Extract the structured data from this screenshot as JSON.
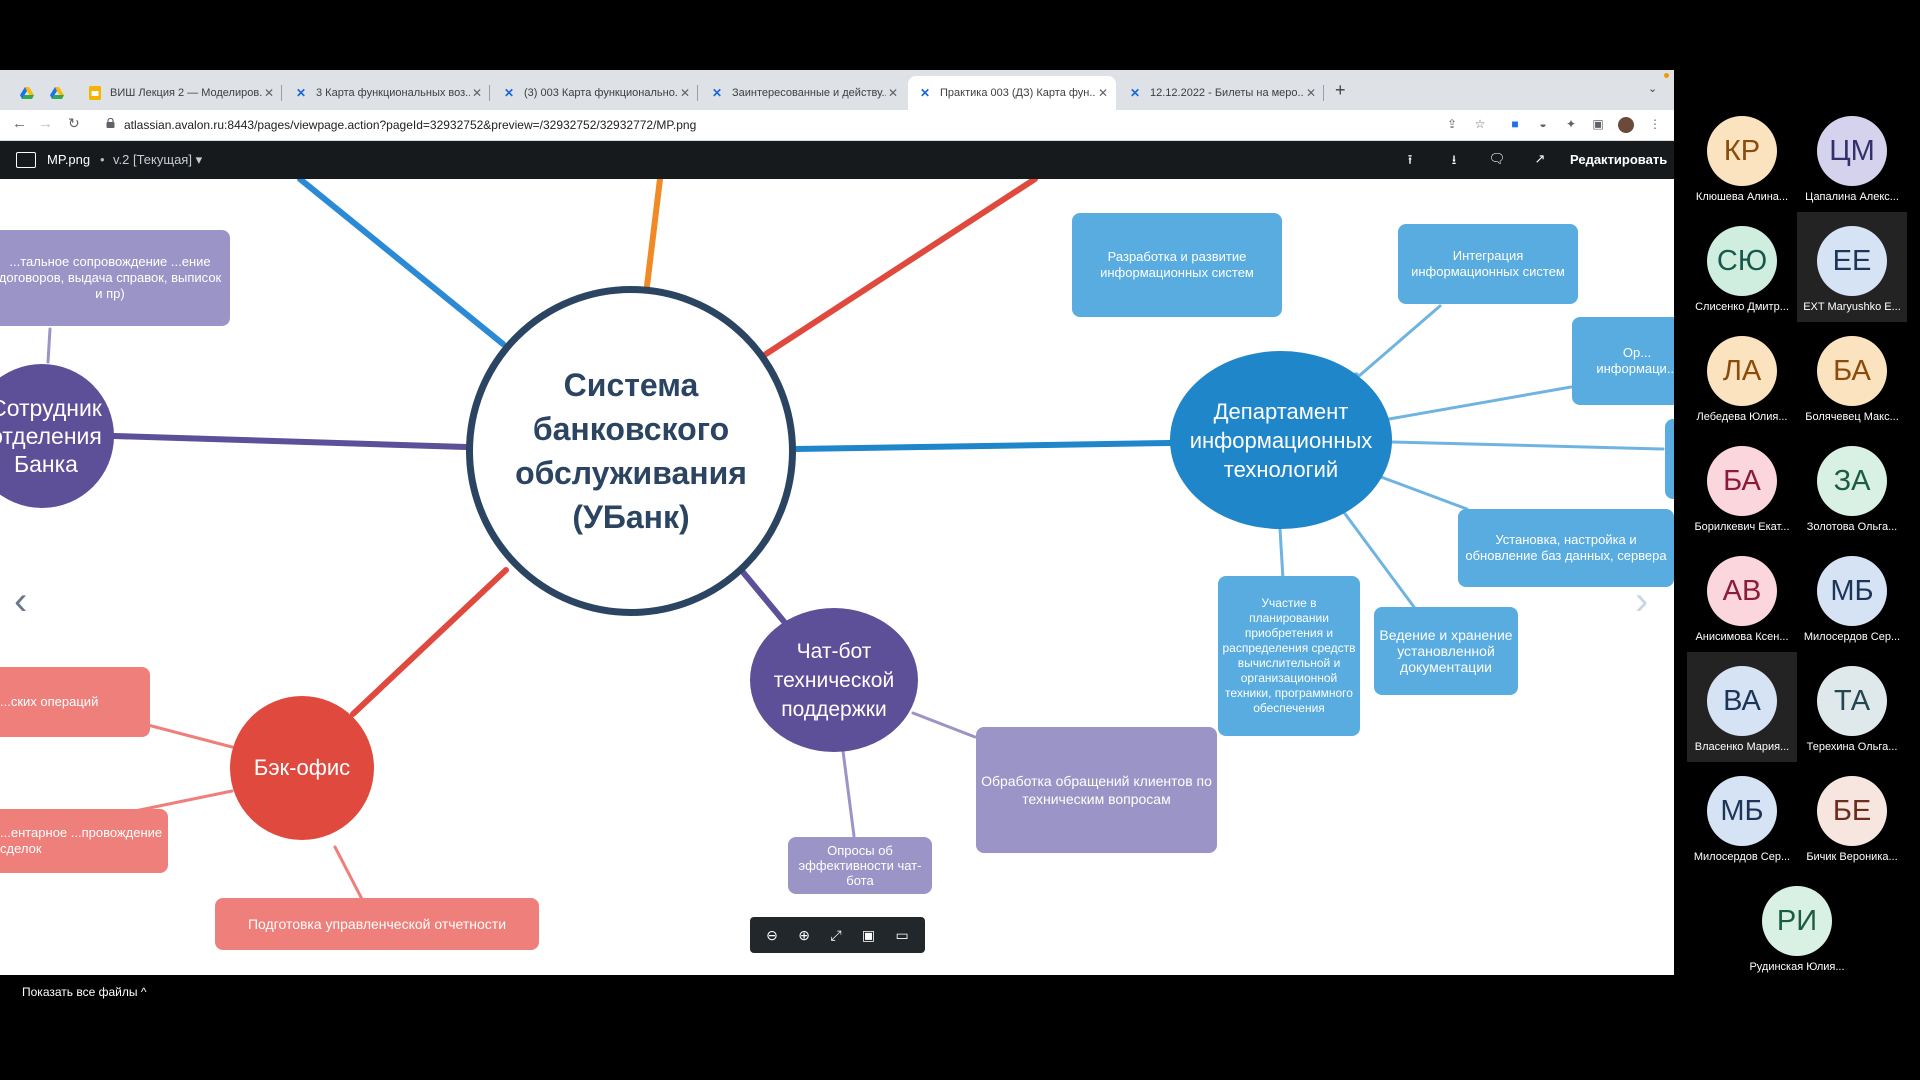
{
  "browser": {
    "tabs": [
      {
        "icon": "google-drive-icon",
        "title": ""
      },
      {
        "icon": "google-drive-icon",
        "title": ""
      },
      {
        "icon": "slides-icon",
        "title": "ВИШ Лекция 2 — Моделиров..."
      },
      {
        "icon": "confluence-icon",
        "title": "3 Карта функциональных воз..."
      },
      {
        "icon": "confluence-icon",
        "title": "(3) 003 Карта функционально..."
      },
      {
        "icon": "confluence-icon",
        "title": "Заинтересованные и действу..."
      },
      {
        "icon": "confluence-icon",
        "title": "Практика 003 (ДЗ) Карта фун..."
      },
      {
        "icon": "confluence-icon",
        "title": "12.12.2022 - Билеты на меро..."
      }
    ],
    "active_tab": 6,
    "new_tab_label": "+",
    "url": "atlassian.avalon.ru:8443/pages/viewpage.action?pageId=32932752&preview=/32932752/32932772/MP.png"
  },
  "viewer": {
    "file_name": "MP.png",
    "separator": "•",
    "version": "v.2 [Текущая]",
    "version_caret": "▾",
    "edit_label": "Редактировать"
  },
  "mindmap": {
    "center": "Система банковского обслуживания (УБанк)",
    "nodes": {
      "employee": "Сотрудник отделения Банка",
      "it_dept": "Департамент информационных технологий",
      "chatbot": "Чат-бот технической поддержки",
      "backoffice": "Бэк-офис"
    },
    "boxes": {
      "doc_support": "...тальное сопровождение ...ение договоров, выдача справок, выписок и пр)",
      "dev": "Разработка и развитие информационных систем",
      "integration": "Интеграция информационных систем",
      "org_info": "Ор... информаци...",
      "install_db": "Установка, настройка и обновление баз данных, сервера",
      "docs": "Ведение и хранение установленной документации",
      "planning": "Участие в планировании приобретения и распределения средств вычислительной и организационной техники, программного обеспечения",
      "requests": "Обработка обращений клиентов по техническим вопросам",
      "surveys": "Опросы об эффективности чат-бота",
      "ops": "...ских операций",
      "deals": "...ентарное ...провождение сделок",
      "reports": "Подготовка управленческой отчетности"
    },
    "colors": {
      "center_border": "#2a4461",
      "it": "#1f86c9",
      "it_box": "#58ace0",
      "purple": "#6c5ea6",
      "purple_box": "#9b94c6",
      "red": "#e04a3e",
      "red_box": "#ef7f7a",
      "orange": "#f08a24"
    }
  },
  "bottom_bar": {
    "show_all_files": "Показать все файлы",
    "caret": "^"
  },
  "participants": [
    {
      "initials": "КР",
      "name": "Клюшева Алина...",
      "bg": "#fbe3bf",
      "fg": "#8a4b0b"
    },
    {
      "initials": "ЦМ",
      "name": "Цапалина Алекс...",
      "bg": "#d4d2ec",
      "fg": "#33306b"
    },
    {
      "initials": "СЮ",
      "name": "Слисенко Дмитр...",
      "bg": "#cfeee0",
      "fg": "#14594a"
    },
    {
      "initials": "ЕЕ",
      "name": "EXT Maryushko E...",
      "bg": "#d6e3f5",
      "fg": "#1d3557"
    },
    {
      "initials": "ЛА",
      "name": "Лебедева Юлия...",
      "bg": "#fbe3bf",
      "fg": "#8a4b0b"
    },
    {
      "initials": "БА",
      "name": "Болячевец Макс...",
      "bg": "#fbe3bf",
      "fg": "#8a4b0b"
    },
    {
      "initials": "БА",
      "name": "Борилкевич Екат...",
      "bg": "#fbd7dd",
      "fg": "#8a1c36"
    },
    {
      "initials": "ЗА",
      "name": "Золотова Ольга...",
      "bg": "#d9f0e4",
      "fg": "#1b5c45"
    },
    {
      "initials": "АВ",
      "name": "Анисимова Ксен...",
      "bg": "#fbd7dd",
      "fg": "#8a1c36"
    },
    {
      "initials": "МБ",
      "name": "Милосердов Сер...",
      "bg": "#d6e3f5",
      "fg": "#1d3557"
    },
    {
      "initials": "ВА",
      "name": "Власенко Мария...",
      "bg": "#d6e3f5",
      "fg": "#1d3557"
    },
    {
      "initials": "ТА",
      "name": "Терехина Ольга...",
      "bg": "#dfe9ec",
      "fg": "#234650"
    },
    {
      "initials": "МБ",
      "name": "Милосердов Сер...",
      "bg": "#d6e3f5",
      "fg": "#1d3557"
    },
    {
      "initials": "БЕ",
      "name": "Бичик Вероника...",
      "bg": "#f7e6e0",
      "fg": "#6b2d1d"
    },
    {
      "initials": "РИ",
      "name": "Рудинская Юлия...",
      "bg": "#d9f0e4",
      "fg": "#1b5c45"
    }
  ]
}
